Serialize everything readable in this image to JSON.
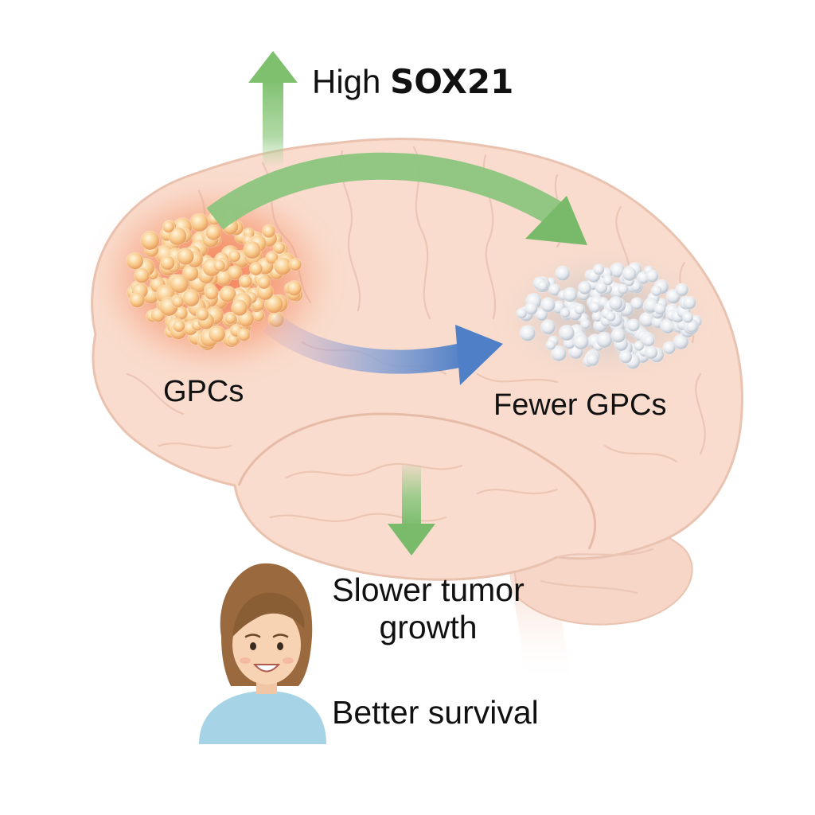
{
  "title": {
    "prefix": "High",
    "gene": "SOX21"
  },
  "labels": {
    "gpcs": "GPCs",
    "fewer_gpcs": "Fewer GPCs",
    "slower_growth": "Slower tumor growth",
    "better_survival": "Better survival"
  },
  "colors": {
    "brain_fill": "#f9dccd",
    "brain_outline": "#e9c2b0",
    "tumor_glow": "#f0643a",
    "tumor_cells": "#f6c07e",
    "reduced_cells": "#dfe4ea",
    "green_arrow": "#8cc57e",
    "blue_arrow": "#5d86c6",
    "skin": "#f7d3b4",
    "hair": "#9a6a3e",
    "shirt": "#a7d3e6"
  },
  "icons": {
    "up_arrow": "arrow-up-icon",
    "curved_green": "curved-arrow-icon",
    "curved_blue": "curved-arrow-icon",
    "down_arrow": "arrow-down-icon",
    "person": "patient-icon"
  }
}
